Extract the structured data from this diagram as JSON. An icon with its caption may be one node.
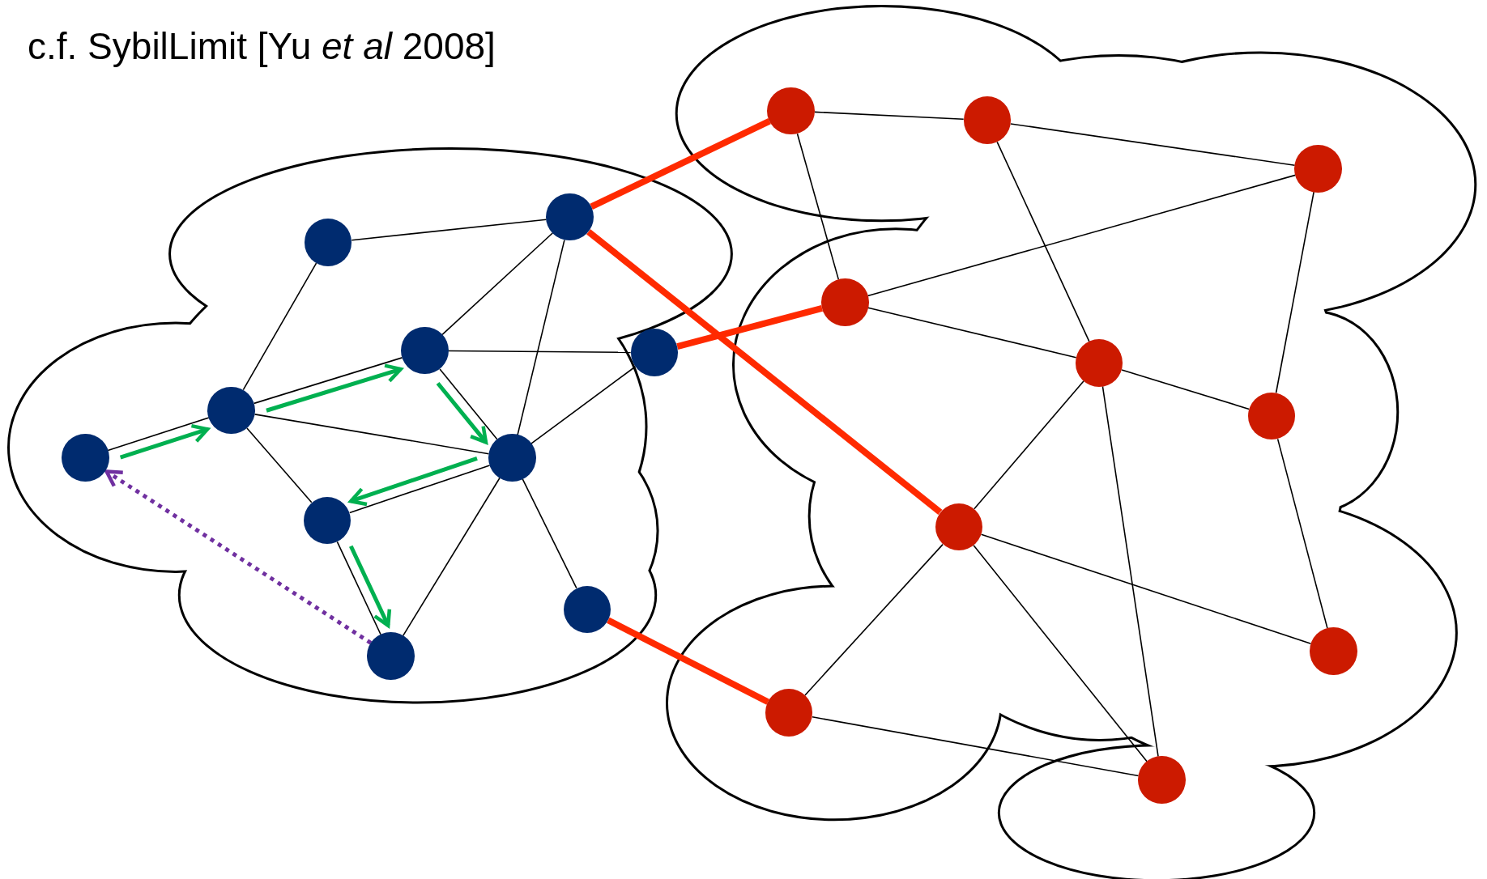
{
  "diagram": {
    "title": "c.f. SybilLimit [Yu *et al* 2008]",
    "nodes": [
      {
        "text": [],
        "shape": "cloud"
      },
      {
        "text": [],
        "shape": "circle",
        "in": 0
      },
      {
        "text": [],
        "shape": "circle",
        "in": 0
      },
      {
        "text": [],
        "shape": "circle",
        "in": 0
      },
      {
        "text": [],
        "shape": "circle",
        "in": 0
      },
      {
        "text": [],
        "shape": "circle",
        "in": 0
      },
      {
        "text": [],
        "shape": "circle",
        "in": 0
      },
      {
        "text": [],
        "shape": "circle",
        "in": 0
      },
      {
        "text": [],
        "shape": "circle",
        "in": 0
      },
      {
        "text": [],
        "shape": "circle",
        "in": 0
      },
      {
        "text": [],
        "shape": "circle",
        "in": 0
      },
      {
        "text": [],
        "shape": "cloud"
      },
      {
        "text": [],
        "shape": "circle",
        "in": 11
      },
      {
        "text": [],
        "shape": "circle",
        "in": 11
      },
      {
        "text": [],
        "shape": "circle",
        "in": 11
      },
      {
        "text": [],
        "shape": "circle",
        "in": 11
      },
      {
        "text": [],
        "shape": "circle",
        "in": 11
      },
      {
        "text": [],
        "shape": "circle",
        "in": 11
      },
      {
        "text": [],
        "shape": "circle",
        "in": 11
      },
      {
        "text": [],
        "shape": "circle",
        "in": 11
      },
      {
        "text": [],
        "shape": "circle",
        "in": 11
      },
      {
        "text": [],
        "shape": "circle",
        "in": 11
      }
    ],
    "edges": [
      {
        "from": 2,
        "to": 1,
        "arrow": "none"
      },
      {
        "from": 2,
        "to": 5,
        "arrow": "none"
      },
      {
        "from": 1,
        "to": 3,
        "arrow": "none"
      },
      {
        "from": 1,
        "to": 7,
        "arrow": "none"
      },
      {
        "from": 3,
        "to": 4,
        "arrow": "none"
      },
      {
        "from": 3,
        "to": 5,
        "arrow": "none"
      },
      {
        "from": 3,
        "to": 7,
        "arrow": "none"
      },
      {
        "from": 4,
        "to": 7,
        "arrow": "none"
      },
      {
        "from": 6,
        "to": 5,
        "arrow": "none"
      },
      {
        "from": 5,
        "to": 7,
        "arrow": "none"
      },
      {
        "from": 5,
        "to": 8,
        "arrow": "none"
      },
      {
        "from": 7,
        "to": 8,
        "arrow": "none"
      },
      {
        "from": 7,
        "to": 9,
        "arrow": "none"
      },
      {
        "from": 7,
        "to": 10,
        "arrow": "none"
      },
      {
        "from": 8,
        "to": 10,
        "arrow": "none"
      },
      {
        "from": 12,
        "to": 13,
        "arrow": "none"
      },
      {
        "from": 12,
        "to": 15,
        "arrow": "none"
      },
      {
        "from": 13,
        "to": 14,
        "arrow": "none"
      },
      {
        "from": 13,
        "to": 16,
        "arrow": "none"
      },
      {
        "from": 14,
        "to": 15,
        "arrow": "none"
      },
      {
        "from": 14,
        "to": 17,
        "arrow": "none"
      },
      {
        "from": 15,
        "to": 16,
        "arrow": "none"
      },
      {
        "from": 16,
        "to": 17,
        "arrow": "none"
      },
      {
        "from": 16,
        "to": 18,
        "arrow": "none"
      },
      {
        "from": 16,
        "to": 21,
        "arrow": "none"
      },
      {
        "from": 17,
        "to": 19,
        "arrow": "none"
      },
      {
        "from": 18,
        "to": 19,
        "arrow": "none"
      },
      {
        "from": 18,
        "to": 20,
        "arrow": "none"
      },
      {
        "from": 18,
        "to": 21,
        "arrow": "none"
      },
      {
        "from": 20,
        "to": 21,
        "arrow": "none"
      },
      {
        "from": 1,
        "to": 12,
        "arrow": "none",
        "style": "thick",
        "color": "#ff2a00"
      },
      {
        "from": 1,
        "to": 18,
        "arrow": "none",
        "style": "thick",
        "color": "#ff2a00"
      },
      {
        "from": 4,
        "to": 15,
        "arrow": "none",
        "style": "thick",
        "color": "#ff2a00"
      },
      {
        "from": 9,
        "to": 20,
        "arrow": "none",
        "style": "thick",
        "color": "#ff2a00"
      },
      {
        "from": 6,
        "to": 5,
        "arrow": "to",
        "style": "thick",
        "color": "#00b050"
      },
      {
        "from": 5,
        "to": 3,
        "arrow": "to",
        "style": "thick",
        "color": "#00b050"
      },
      {
        "from": 3,
        "to": 7,
        "arrow": "to",
        "style": "thick",
        "color": "#00b050"
      },
      {
        "from": 7,
        "to": 8,
        "arrow": "to",
        "style": "thick",
        "color": "#00b050"
      },
      {
        "from": 8,
        "to": 10,
        "arrow": "to",
        "style": "thick",
        "color": "#00b050"
      },
      {
        "from": 10,
        "to": 6,
        "arrow": "to",
        "style": "dashed",
        "color": "#7030a0"
      }
    ]
  }
}
